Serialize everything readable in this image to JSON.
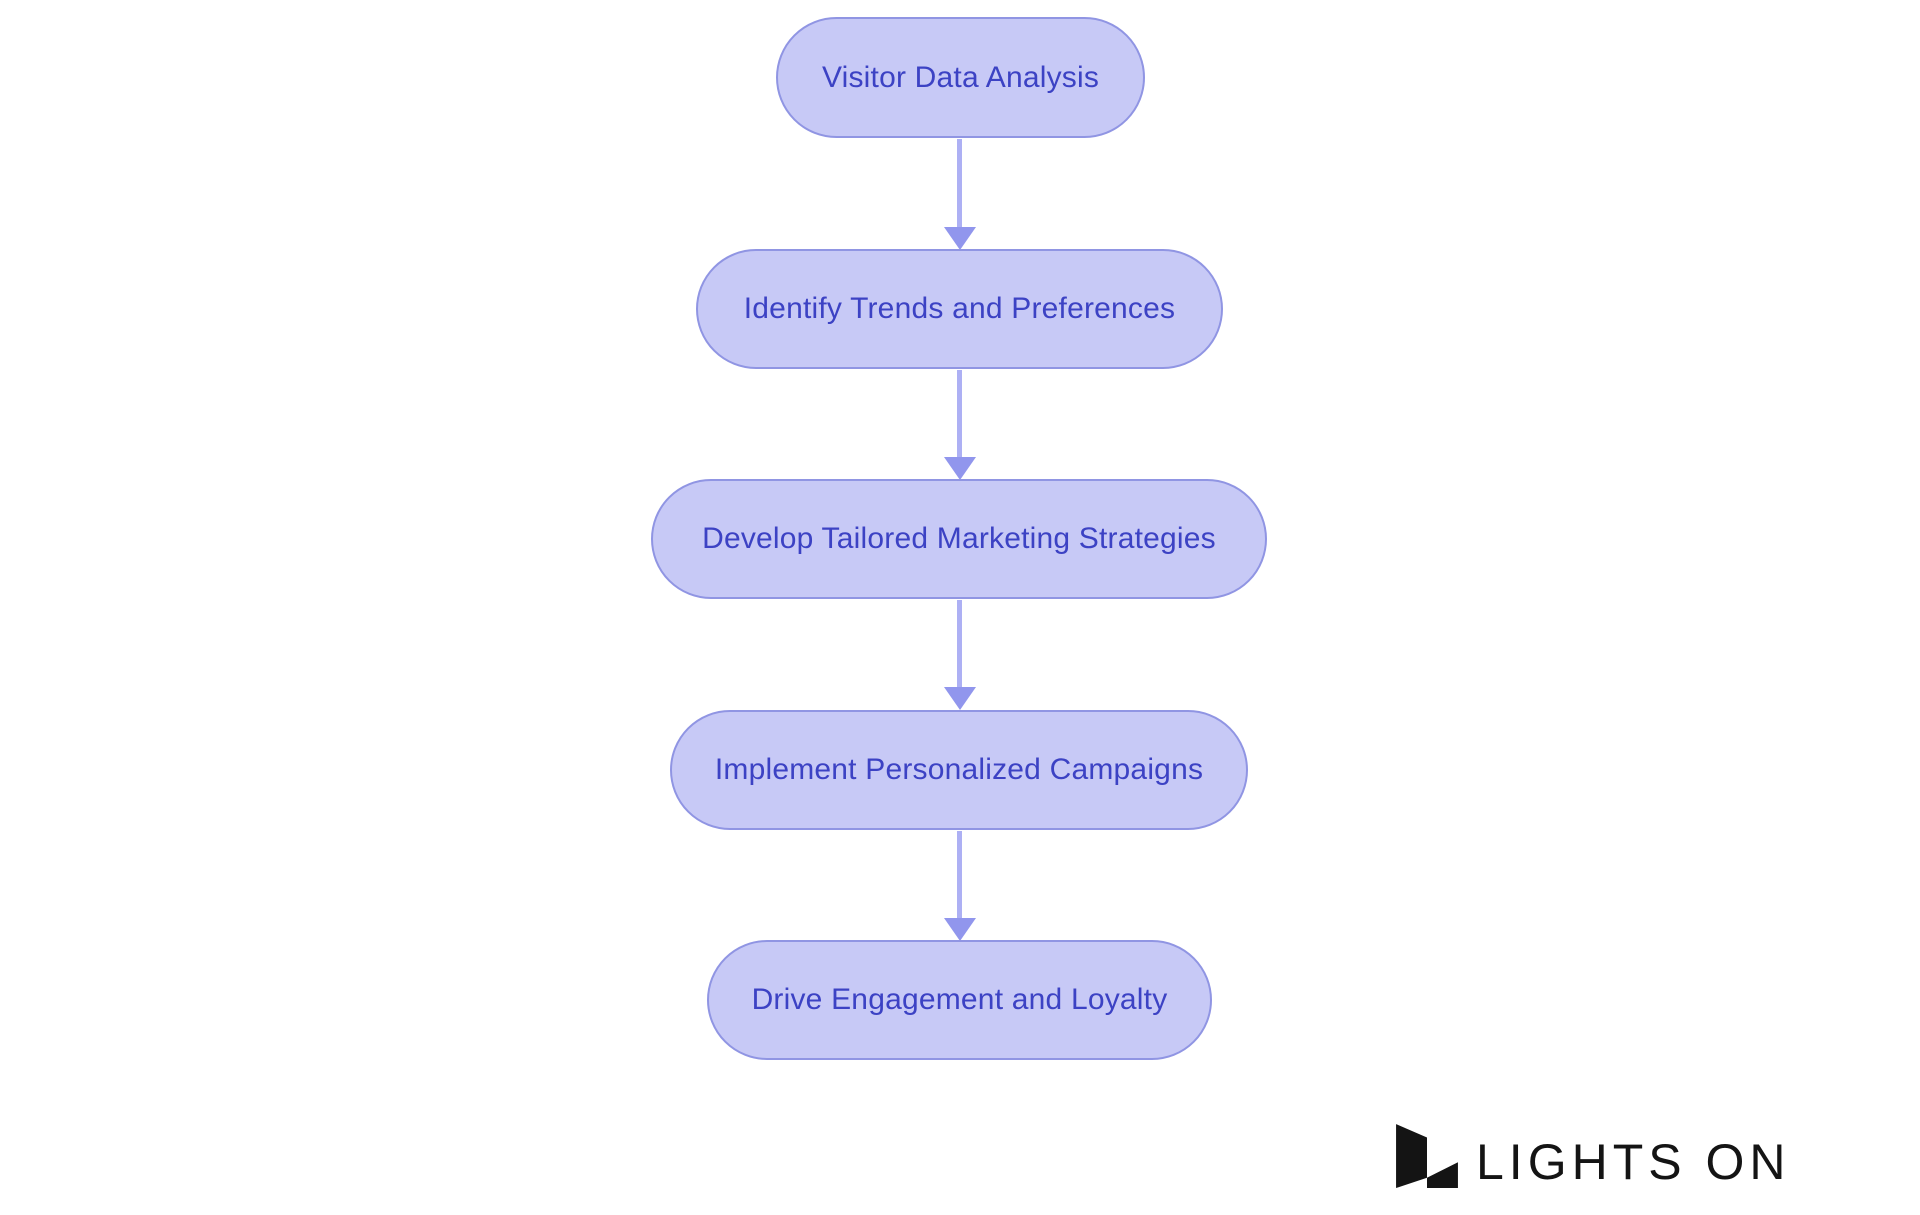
{
  "diagram": {
    "type": "flowchart",
    "direction": "top-down",
    "nodes": [
      {
        "id": 1,
        "label": "Visitor Data Analysis"
      },
      {
        "id": 2,
        "label": "Identify Trends and Preferences"
      },
      {
        "id": 3,
        "label": "Develop Tailored Marketing Strategies"
      },
      {
        "id": 4,
        "label": "Implement Personalized Campaigns"
      },
      {
        "id": 5,
        "label": "Drive Engagement and Loyalty"
      }
    ],
    "edges": [
      {
        "from": 1,
        "to": 2
      },
      {
        "from": 2,
        "to": 3
      },
      {
        "from": 3,
        "to": 4
      },
      {
        "from": 4,
        "to": 5
      }
    ]
  },
  "branding": {
    "logo_text": "LIGHTS ON"
  },
  "colors": {
    "background": "#ffffff",
    "node_fill": "#c7c9f6",
    "node_border": "#9095e3",
    "node_text": "#3c42c4",
    "arrow_shaft": "#adb0f4",
    "arrow_head": "#9196ed",
    "logo": "#141414"
  }
}
